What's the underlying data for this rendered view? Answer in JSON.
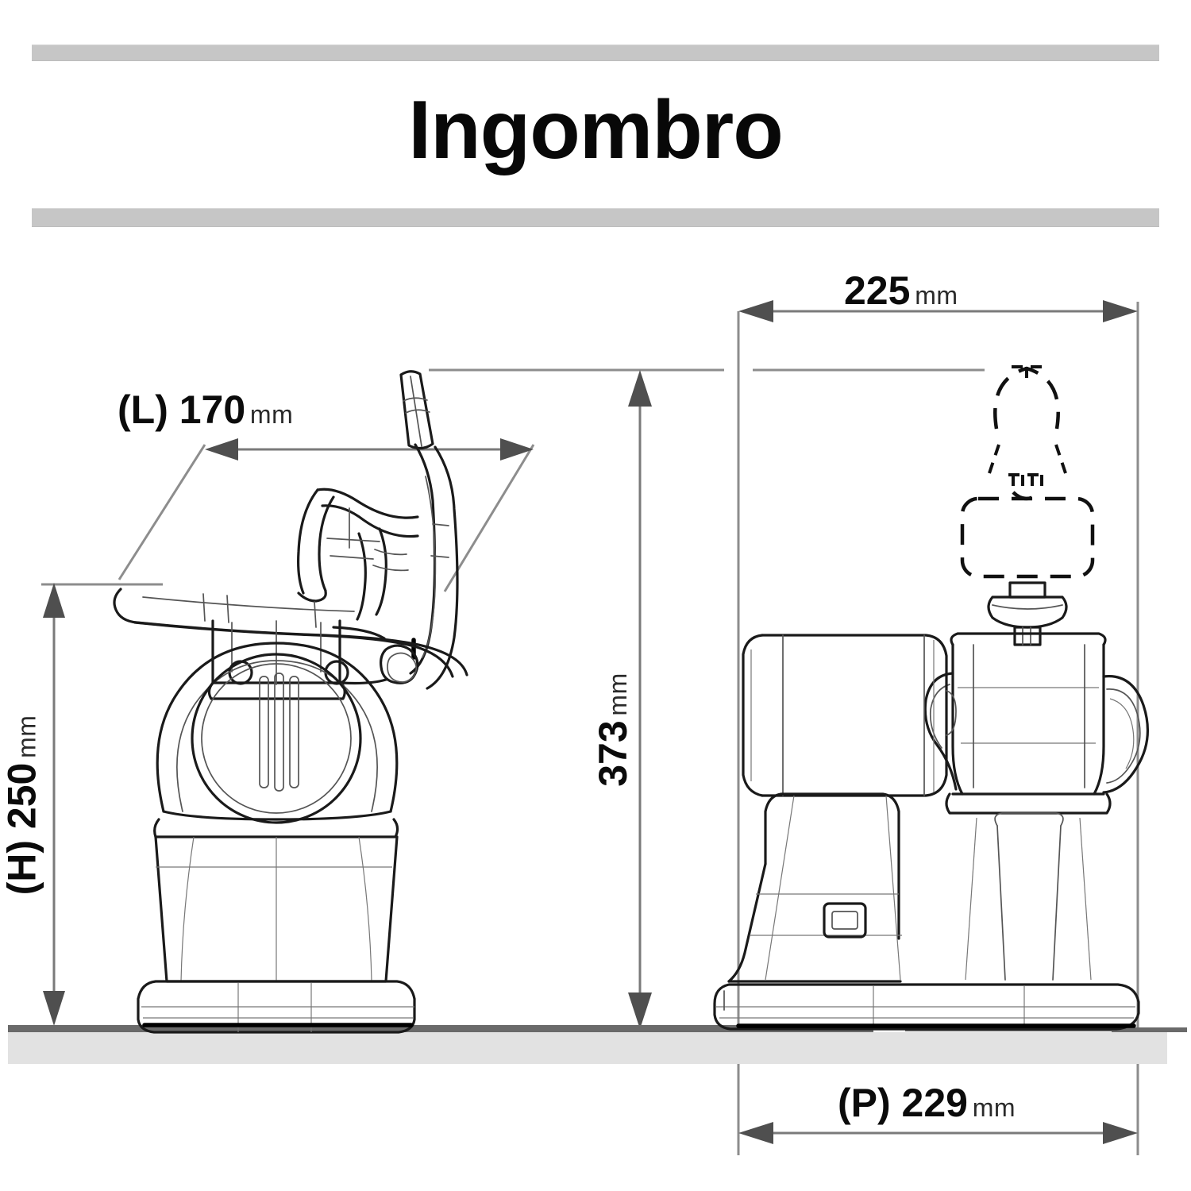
{
  "page": {
    "title": "Ingombro",
    "background_color": "#ffffff",
    "rule_color": "#c6c6c6",
    "ink_color": "#1a1a1a",
    "dimension_line_color": "#7a7a7a"
  },
  "drawing": {
    "type": "technical-dimension-drawing",
    "subject": "citrus juicer / lever press appliance",
    "views": [
      {
        "name": "front-view",
        "position": "left"
      },
      {
        "name": "side-view",
        "position": "right"
      }
    ],
    "unit": "mm"
  },
  "dimensions": {
    "length": {
      "code": "(L)",
      "value": "170",
      "unit": "mm",
      "text": "(L) 170",
      "orientation": "horizontal",
      "view": "front-view",
      "meaning": "width / larghezza"
    },
    "height": {
      "code": "(H)",
      "value": "250",
      "unit": "mm",
      "text": "(H) 250",
      "orientation": "vertical",
      "view": "front-view",
      "meaning": "height of body / altezza"
    },
    "total_height": {
      "code": "",
      "value": "373",
      "unit": "mm",
      "text": "373",
      "orientation": "vertical",
      "view": "between-views",
      "meaning": "overall height with lever raised"
    },
    "width_top": {
      "code": "",
      "value": "225",
      "unit": "mm",
      "text": "225",
      "orientation": "horizontal",
      "view": "side-view",
      "meaning": "overall width"
    },
    "depth": {
      "code": "(P)",
      "value": "229",
      "unit": "mm",
      "text": "(P) 229",
      "orientation": "horizontal",
      "view": "side-view",
      "meaning": "depth / profondità"
    }
  }
}
